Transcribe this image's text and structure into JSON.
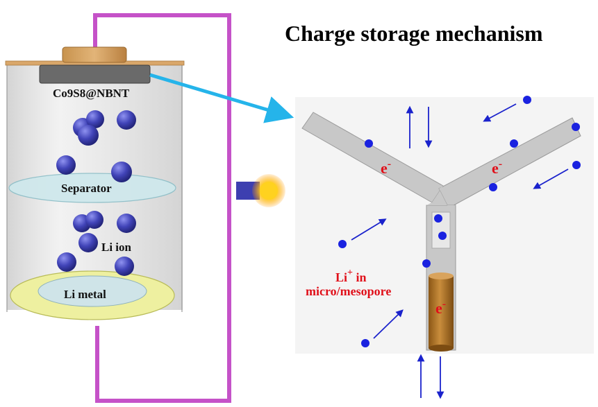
{
  "title": "Charge storage mechanism",
  "battery": {
    "cathode_label": "Co9S8@NBNT",
    "separator_label": "Separator",
    "ion_label": "Li ion",
    "anode_label": "Li metal"
  },
  "mechanism": {
    "electron_label": "e",
    "electron_sup": "-",
    "li_label": "Li",
    "li_sup": "+",
    "li_in_label": " in",
    "pore_label": "micro/mesopore"
  },
  "colors": {
    "wire": "#c552c8",
    "arrow_cyan": "#25b4ea",
    "li_ion": "#3d3fb0",
    "li_ion_small": "#1a22e0",
    "label_red": "#e0101a",
    "separator": "#cfe8ec",
    "anode_ring": "#eef0a0",
    "rod": "#b0772a",
    "channel": "#c8c8c8"
  }
}
